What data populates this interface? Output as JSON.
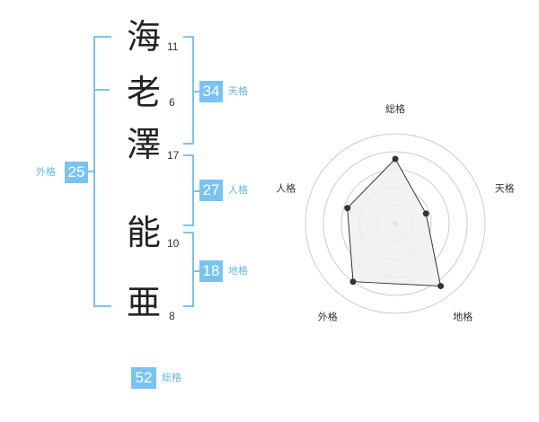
{
  "name_chars": [
    {
      "char": "海",
      "strokes": "11"
    },
    {
      "char": "老",
      "strokes": "6"
    },
    {
      "char": "澤",
      "strokes": "17"
    },
    {
      "char": "能",
      "strokes": "10"
    },
    {
      "char": "亜",
      "strokes": "8"
    }
  ],
  "kaku": {
    "tenkaku": {
      "value": "34",
      "label": "天格"
    },
    "jinkaku": {
      "value": "27",
      "label": "人格"
    },
    "chikaku": {
      "value": "18",
      "label": "地格"
    },
    "gaikaku": {
      "value": "25",
      "label": "外格"
    },
    "soukaku": {
      "value": "52",
      "label": "総格"
    }
  },
  "colors": {
    "accent": "#79c3f2",
    "accent_text": "#62b6ee",
    "radar_fill": "#efefef",
    "radar_line": "#333333",
    "ring": "#cccccc"
  },
  "chart_data": {
    "type": "radar",
    "categories": [
      "総格",
      "天格",
      "地格",
      "外格",
      "人格"
    ],
    "values": [
      3.6,
      1.8,
      4.3,
      4.0,
      2.8
    ],
    "rlim": [
      0,
      5
    ]
  }
}
